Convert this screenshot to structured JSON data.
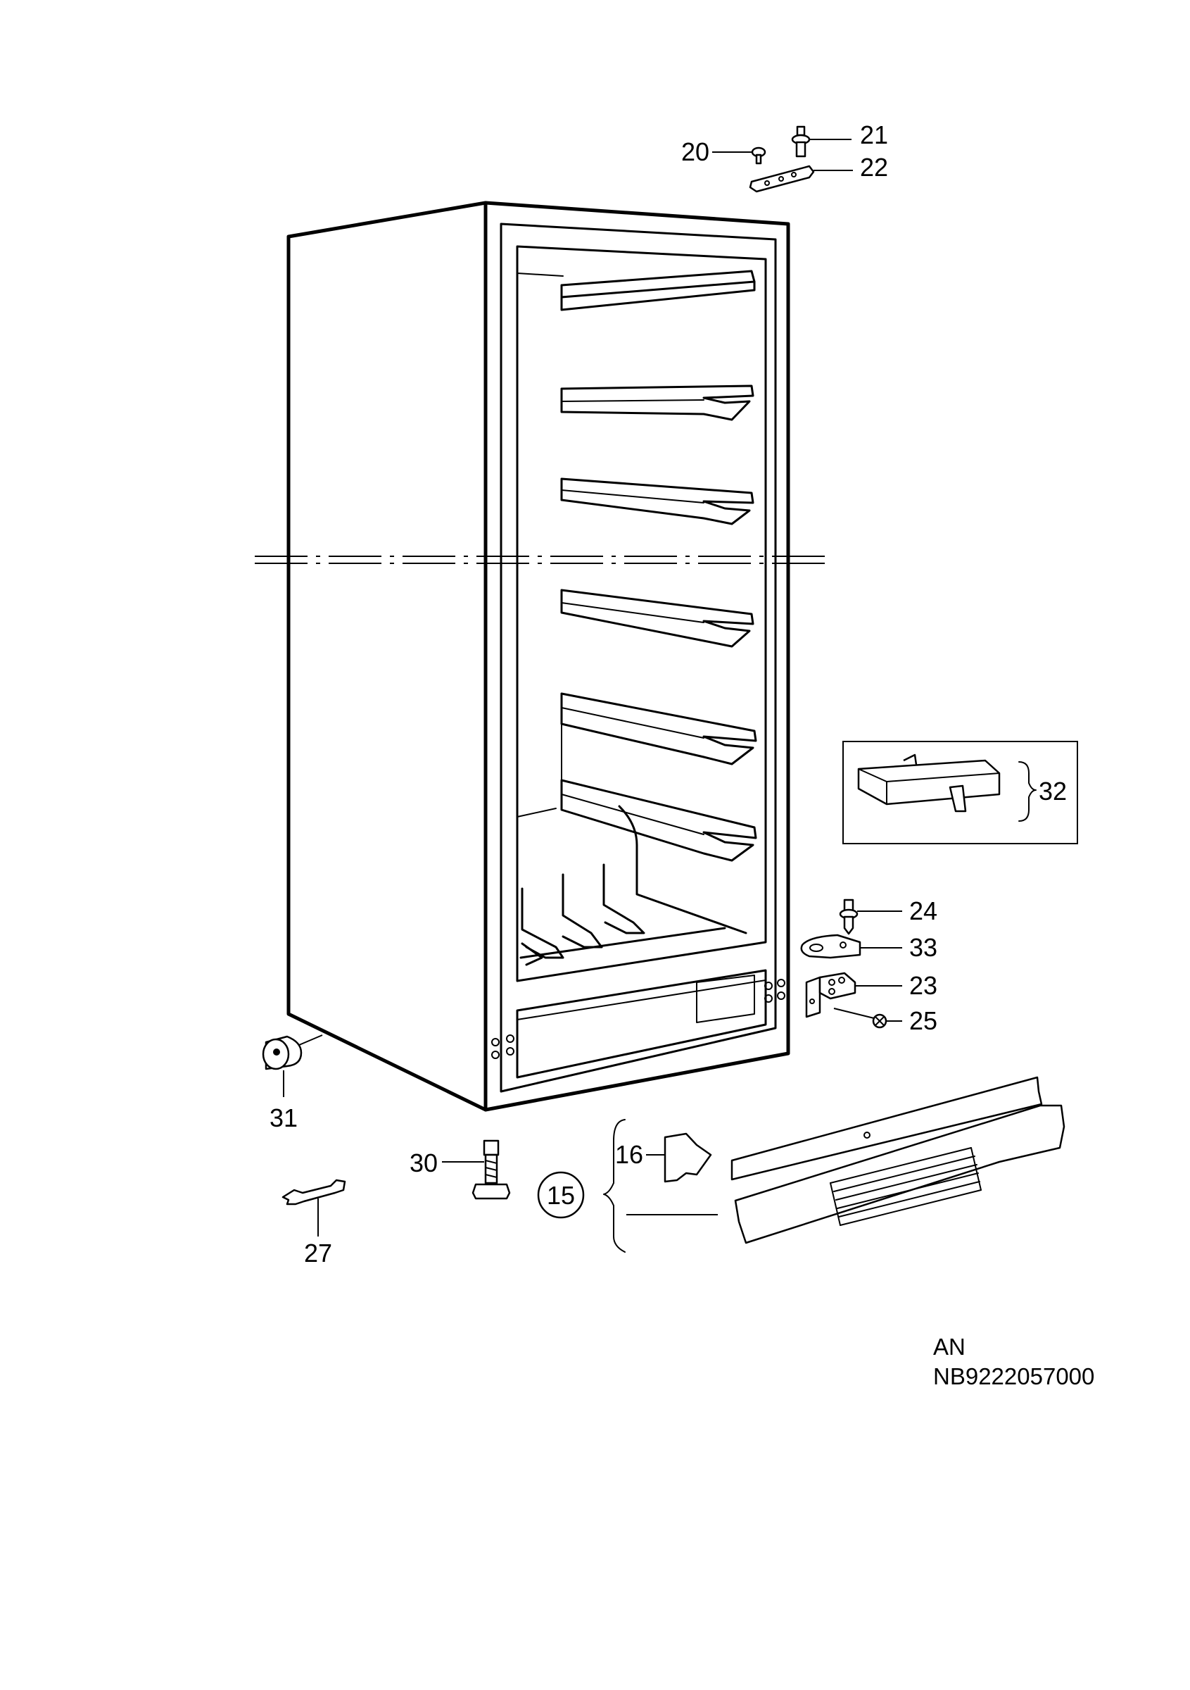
{
  "callouts": {
    "p15": "15",
    "p16": "16",
    "p20": "20",
    "p21": "21",
    "p22": "22",
    "p23": "23",
    "p24": "24",
    "p25": "25",
    "p27": "27",
    "p30": "30",
    "p31": "31",
    "p32": "32",
    "p33": "33"
  },
  "footer": {
    "line1": "AN",
    "line2": "NB9222057000"
  }
}
